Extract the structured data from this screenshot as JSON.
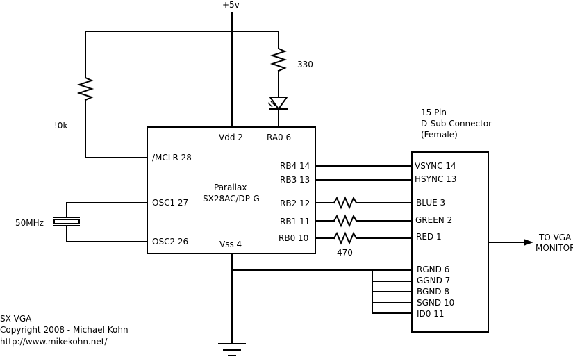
{
  "supply": {
    "label": "+5v"
  },
  "resistors": {
    "led_resistor": "330",
    "mclr_pullup": "!0k",
    "color_resistors": "470"
  },
  "crystal": {
    "label": "50MHz"
  },
  "ic": {
    "name_line1": "Parallax",
    "name_line2": "SX28AC/DP-G",
    "pins": {
      "vdd": "Vdd 2",
      "ra0": "RA0 6",
      "mclr": "/MCLR 28",
      "osc1": "OSC1 27",
      "osc2": "OSC2 26",
      "vss": "Vss 4",
      "rb4": "RB4 14",
      "rb3": "RB3 13",
      "rb2": "RB2 12",
      "rb1": "RB1 11",
      "rb0": "RB0 10"
    }
  },
  "connector": {
    "title_line1": "15 Pin",
    "title_line2": "D-Sub Connector",
    "title_line3": "(Female)",
    "pins": {
      "vsync": "VSYNC 14",
      "hsync": "HSYNC 13",
      "blue": "BLUE 3",
      "green": "GREEN 2",
      "red": "RED 1",
      "rgnd": "RGND 6",
      "ggnd": "GGND 7",
      "bgnd": "BGND 8",
      "sgnd": "SGND 10",
      "id0": "ID0 11"
    }
  },
  "output": {
    "line1": "TO VGA",
    "line2": "MONITOR"
  },
  "credits": {
    "title": "SX VGA",
    "copyright": "Copyright 2008 - Michael Kohn",
    "url": "http://www.mikekohn.net/"
  }
}
